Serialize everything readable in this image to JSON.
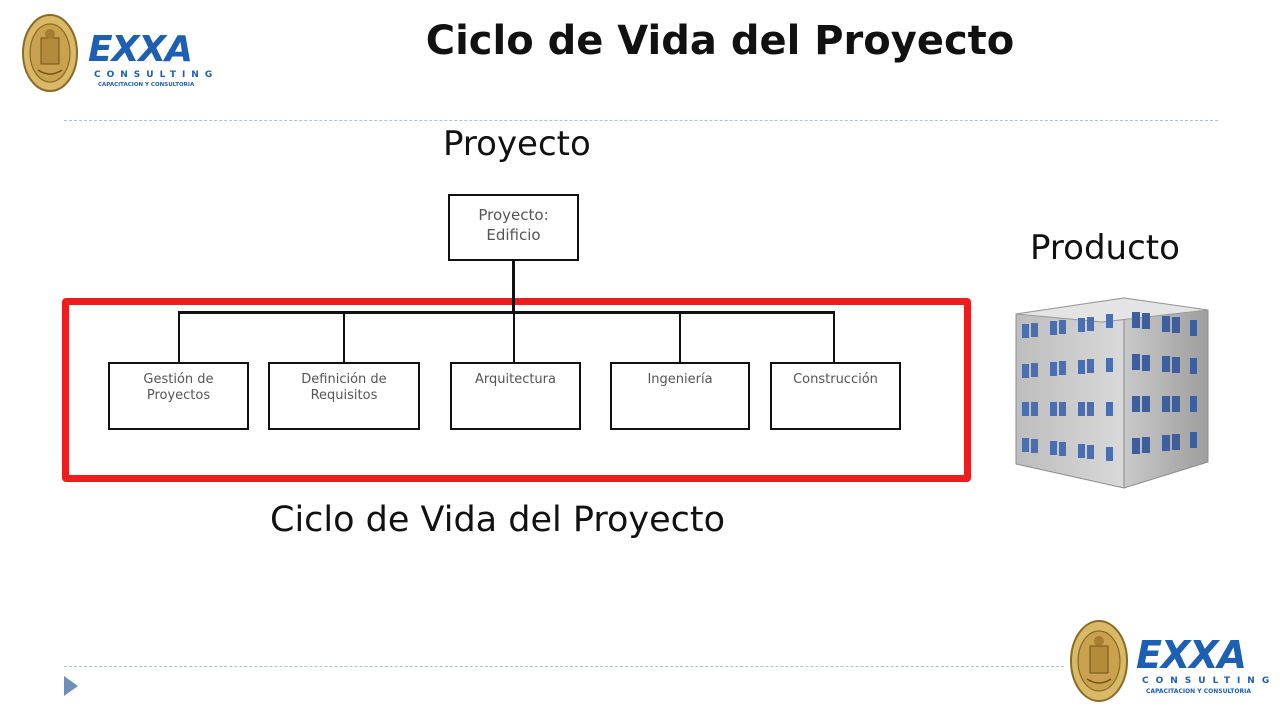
{
  "title": "Ciclo de Vida del Proyecto",
  "labels": {
    "proyecto": "Proyecto",
    "producto": "Producto",
    "ciclo": "Ciclo de Vida del Proyecto"
  },
  "org_chart": {
    "root": "Proyecto: Edificio",
    "children": [
      "Gestión de Proyectos",
      "Definición de Requisitos",
      "Arquitectura",
      "Ingeniería",
      "Construcción"
    ]
  },
  "logo": {
    "brand": "EXXA",
    "line1": "CONSULTING",
    "line2": "CAPACITACION Y CONSULTORIA"
  },
  "colors": {
    "highlight_frame": "#ee1c1c",
    "logo_blue": "#1d5fb0",
    "seal_gold": "#c8a14a",
    "separator": "#a9c3d4"
  },
  "icons": [
    "university-seal-icon",
    "building-icon",
    "slide-bullet-icon"
  ]
}
